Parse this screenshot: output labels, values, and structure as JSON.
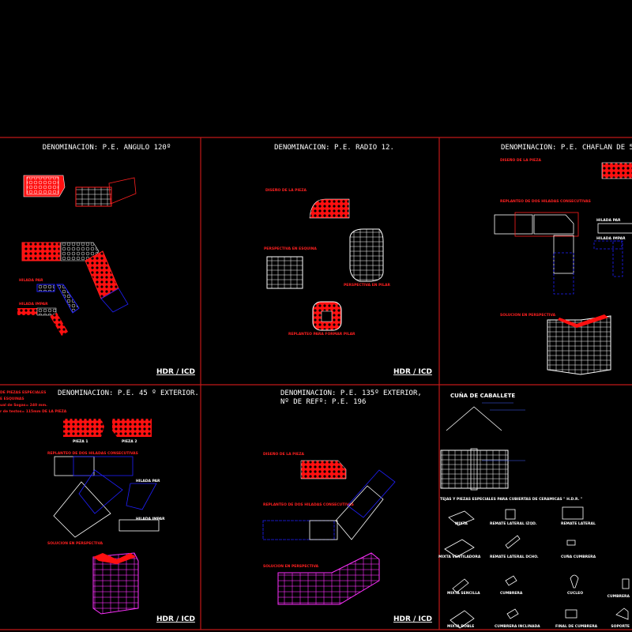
{
  "colors": {
    "frame": "#c01818",
    "red": "#ff2020",
    "white": "#ffffff",
    "blue": "#2020ff",
    "magenta": "#ff30ff",
    "background": "#000000"
  },
  "logo": "HDR / ICD",
  "panels": [
    {
      "title": "DENOMINACION: P.E. ANGULO 120º",
      "labels": [
        "HILADA PAR",
        "HILADA IMPAR"
      ]
    },
    {
      "title": "DENOMINACION: P.E. RADIO 12.",
      "labels": [
        "DISEÑO DE LA PIEZA",
        "PERSPECTIVA EN ESQUINA",
        "PERSPECTIVA EN PILAR",
        "REPLANTEO PARA FORMAR PILAR"
      ]
    },
    {
      "title": "DENOMINACION: P.E. CHAFLAN DE 5",
      "labels": [
        "DISEÑO DE LA PIEZA",
        "REPLANTEO DE DOS HILADAS CONSECUTIVAS",
        "HILADA PAR",
        "HILADA IMPAR",
        "SOLUCION EN PERSPECTIVA"
      ]
    },
    {
      "title": "DENOMINACION: P.E. 45 º EXTERIOR.",
      "notes": [
        "DE PIEZAS ESPECIALES",
        "E ESQUINAS",
        "ual de Sogas= 240 mm.",
        "r de testos= 115mm DE LA PIEZA"
      ],
      "labels": [
        "PIEZA 1",
        "PIEZA 2",
        "REPLANTEO DE DOS HILADAS CONSECUTIVAS",
        "HILADA PAR",
        "HILADA IMPAR",
        "SOLUCION EN PERSPECTIVA"
      ]
    },
    {
      "title": "DENOMINACION: P.E. 135º EXTERIOR,",
      "subtitle": "Nº DE REFº: P.E. 196",
      "labels": [
        "DISEÑO DE LA PIEZA",
        "REPLANTEO DE DOS HILADAS CONSECUTIVAS",
        "SOLUCION EN PERSPECTIVA"
      ]
    },
    {
      "title": "CUÑA DE CABALLETE",
      "heading": "TEJAS Y PIEZAS ESPECIALES PARA CUBIERTAS DE CERAMICAS \" H.D.R. \"",
      "tiles": [
        "MIXTA",
        "REMATE LATERAL IZQD.",
        "REMATE LATERAL",
        "MIXTA VENTILADORA",
        "REMATE LATERAL DCHO.",
        "CUÑA CUMBRERA",
        "MIXTA SENCILLA",
        "CUMBRERA",
        "CUCLEO",
        "CUMBRERA",
        "MIXTA DOBLE",
        "CUMBRERA INCLINADA",
        "FINAL DE CUMBRERA",
        "SOPORTE"
      ]
    }
  ]
}
